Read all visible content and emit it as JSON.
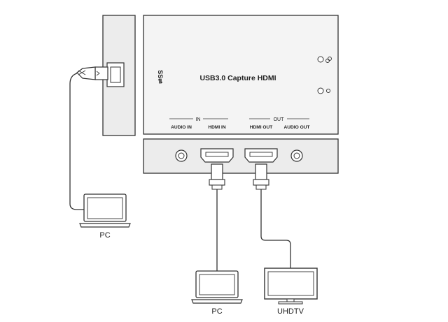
{
  "device": {
    "title": "USB3.0 Capture HDMI",
    "usb_logo": "SS⇌",
    "in_group": "IN",
    "out_group": "OUT",
    "ports": {
      "audio_in": "AUDIO IN",
      "hdmi_in": "HDMI IN",
      "hdmi_out": "HDMI OUT",
      "audio_out": "AUDIO OUT"
    }
  },
  "devices": {
    "pc_left": "PC",
    "pc_bottom": "PC",
    "tv": "UHDTV"
  },
  "icons": [
    "usb-plug-icon",
    "hdmi-plug-icon",
    "laptop-icon",
    "monitor-icon",
    "link-led-icon",
    "power-led-icon"
  ],
  "colors": {
    "stroke": "#333333",
    "fill": "#ffffff",
    "shade": "#e9e9e9"
  }
}
